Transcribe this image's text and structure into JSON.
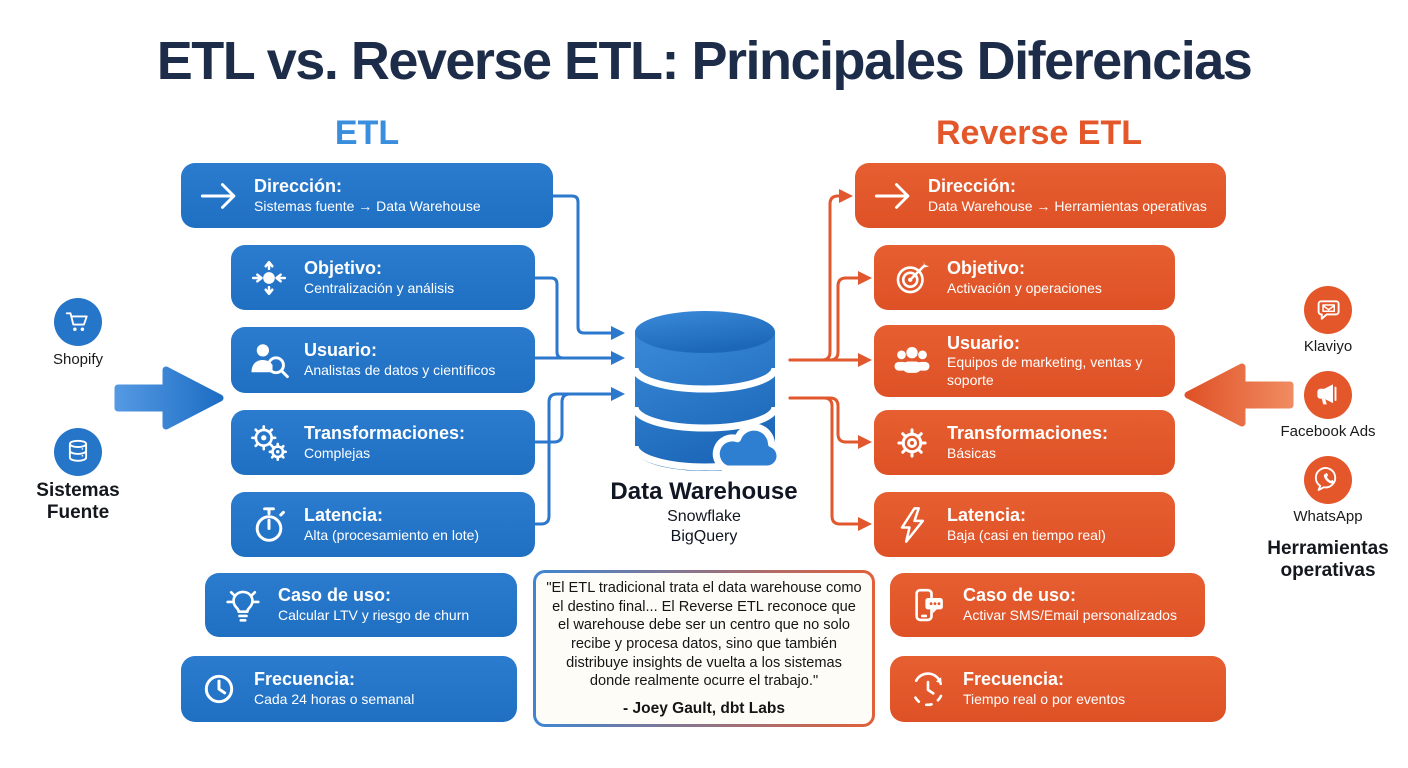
{
  "title": "ETL vs. Reverse ETL: Principales Diferencias",
  "colors": {
    "title_navy": "#1d2c49",
    "etl_blue": "#2575c8",
    "etl_header_blue": "#3a8ede",
    "reverse_orange": "#e4572b",
    "connector_blue": "#2b78cc",
    "connector_orange": "#e2582e",
    "quote_bg": "#fdfcf6"
  },
  "etl": {
    "header": "ETL",
    "boxes": [
      {
        "icon": "arrow-right",
        "title": "Dirección:",
        "subtitle": "Sistemas fuente → Data Warehouse"
      },
      {
        "icon": "centralize",
        "title": "Objetivo:",
        "subtitle": "Centralización y análisis"
      },
      {
        "icon": "user-search",
        "title": "Usuario:",
        "subtitle": "Analistas de datos y científicos"
      },
      {
        "icon": "gears",
        "title": "Transformaciones:",
        "subtitle": "Complejas"
      },
      {
        "icon": "stopwatch",
        "title": "Latencia:",
        "subtitle": "Alta (procesamiento en lote)"
      },
      {
        "icon": "lightbulb",
        "title": "Caso de uso:",
        "subtitle": "Calcular LTV y riesgo de churn"
      },
      {
        "icon": "clock",
        "title": "Frecuencia:",
        "subtitle": "Cada 24 horas o semanal"
      }
    ]
  },
  "reverse_etl": {
    "header": "Reverse ETL",
    "boxes": [
      {
        "icon": "arrow-right",
        "title": "Dirección:",
        "subtitle": "Data Warehouse → Herramientas operativas"
      },
      {
        "icon": "target",
        "title": "Objetivo:",
        "subtitle": "Activación y operaciones"
      },
      {
        "icon": "users",
        "title": "Usuario:",
        "subtitle": "Equipos de marketing, ventas y soporte"
      },
      {
        "icon": "gear",
        "title": "Transformaciones:",
        "subtitle": "Básicas"
      },
      {
        "icon": "lightning",
        "title": "Latencia:",
        "subtitle": "Baja (casi en tiempo real)"
      },
      {
        "icon": "phone-chat",
        "title": "Caso de uso:",
        "subtitle": "Activar SMS/Email personalizados"
      },
      {
        "icon": "clock-refresh",
        "title": "Frecuencia:",
        "subtitle": "Tiempo real o por eventos"
      }
    ]
  },
  "center": {
    "title": "Data Warehouse",
    "sub1": "Snowflake",
    "sub2": "BigQuery"
  },
  "quote": {
    "text": "\"El ETL tradicional trata el data warehouse como el destino final... El Reverse ETL reconoce que el warehouse debe ser un centro que no solo recibe y procesa datos, sino que también distribuye insights de vuelta a los sistemas donde realmente ocurre el trabajo.\"",
    "attribution": "- Joey Gault, dbt Labs"
  },
  "left_panel": {
    "tools": [
      {
        "icon": "shopping-cart",
        "label": "Shopify"
      },
      {
        "icon": "database",
        "label": ""
      }
    ],
    "group_label": "Sistemas Fuente"
  },
  "right_panel": {
    "tools": [
      {
        "icon": "chat-mail",
        "label": "Klaviyo"
      },
      {
        "icon": "megaphone",
        "label": "Facebook Ads"
      },
      {
        "icon": "whatsapp",
        "label": "WhatsApp"
      }
    ],
    "group_label": "Herramientas operativas"
  }
}
